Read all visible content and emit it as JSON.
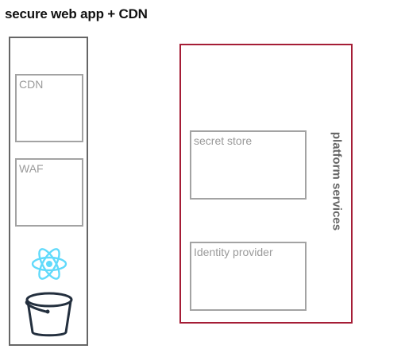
{
  "diagram": {
    "title": "secure web app + CDN",
    "left_group": {
      "items": [
        {
          "label": "CDN"
        },
        {
          "label": "WAF"
        }
      ],
      "icons": [
        "react-icon",
        "bucket-icon"
      ]
    },
    "right_group": {
      "label": "platform services",
      "items": [
        {
          "label": "secret store"
        },
        {
          "label": "Identity provider"
        }
      ]
    },
    "colors": {
      "left_border": "#666666",
      "right_border": "#a51d36",
      "box_border": "#a3a3a3",
      "react": "#61dafb",
      "bucket": "#232f3e"
    }
  }
}
